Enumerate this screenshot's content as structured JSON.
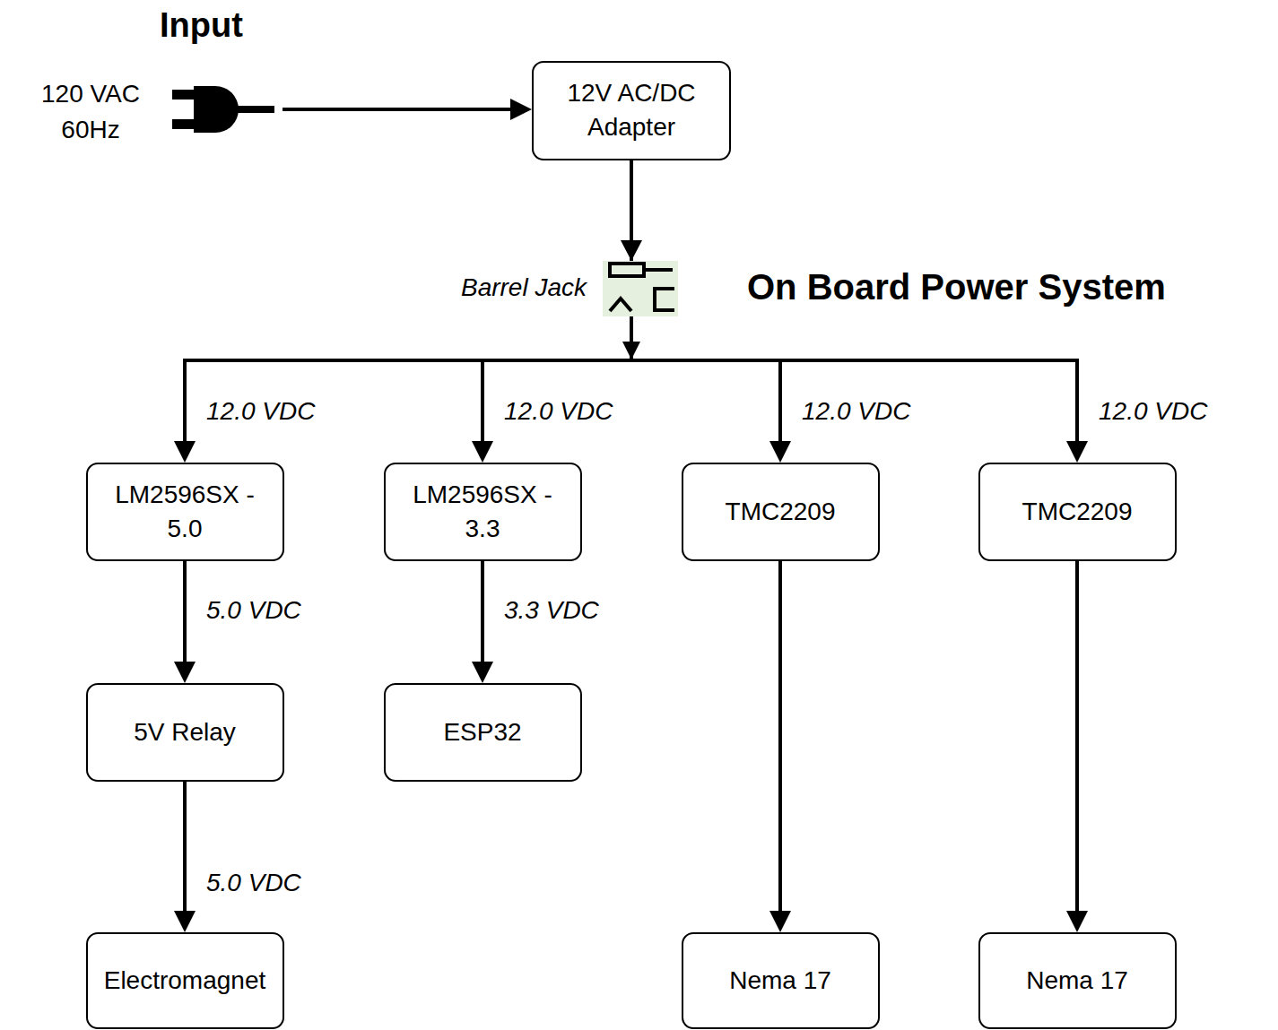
{
  "diagram": {
    "title": "Input",
    "nodes": [
      {
        "text": [
          "12V AC/DC Adapter"
        ]
      },
      {
        "text": [
          "On Board Power System"
        ]
      },
      {
        "text": [
          "LM2596SX - 5.0"
        ],
        "in": 1
      },
      {
        "text": [
          "LM2596SX - 3.3"
        ],
        "in": 1
      },
      {
        "text": [
          "TMC2209"
        ],
        "in": 1
      },
      {
        "text": [
          "TMC2209"
        ],
        "in": 1
      },
      {
        "text": [
          "5V Relay"
        ],
        "in": 1
      },
      {
        "text": [
          "ESP32"
        ],
        "in": 1
      },
      {
        "text": [
          "Electromagnet"
        ]
      },
      {
        "text": [
          "Nema 17"
        ]
      },
      {
        "text": [
          "Nema 17"
        ]
      }
    ],
    "edges": [
      {
        "from": 0,
        "to": 2,
        "arrow": "to",
        "label": "12.0 VDC"
      },
      {
        "from": 0,
        "to": 3,
        "arrow": "to",
        "label": "12.0 VDC"
      },
      {
        "from": 0,
        "to": 4,
        "arrow": "to",
        "label": "12.0 VDC"
      },
      {
        "from": 0,
        "to": 5,
        "arrow": "to",
        "label": "12.0 VDC"
      },
      {
        "from": 2,
        "to": 6,
        "arrow": "to",
        "label": "5.0 VDC"
      },
      {
        "from": 3,
        "to": 7,
        "arrow": "to",
        "label": "3.3 VDC"
      },
      {
        "from": 4,
        "to": 9,
        "arrow": "to"
      },
      {
        "from": 5,
        "to": 10,
        "arrow": "to"
      },
      {
        "from": 6,
        "to": 8,
        "arrow": "to",
        "label": "5.0 VDC"
      }
    ],
    "labels": [
      "120 VAC 60Hz",
      "Barrel Jack"
    ]
  }
}
